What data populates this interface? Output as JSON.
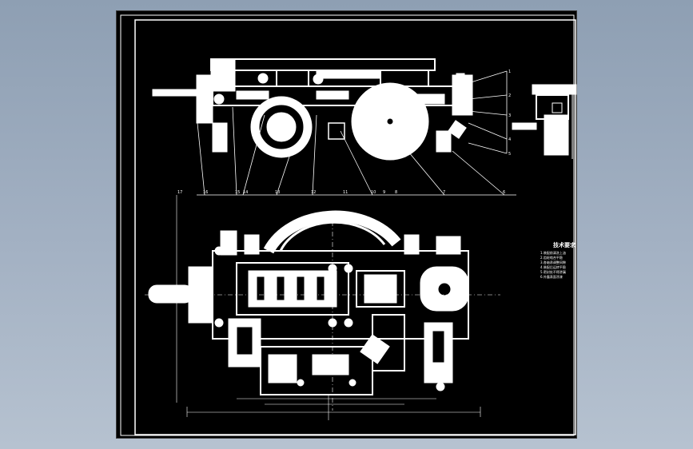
{
  "colors": {
    "background": "#9aabbd",
    "sheet": "#000000",
    "lines": "#ffffff"
  },
  "drawing": {
    "callouts_top": [
      "1",
      "2",
      "3",
      "4",
      "5"
    ],
    "callouts_bottom": [
      "17",
      "16",
      "15",
      "14",
      "13",
      "12",
      "11",
      "10",
      "9",
      "8",
      "7",
      "6"
    ]
  },
  "notes": {
    "title": "技术要求",
    "lines": [
      "1.装配前清洗上油",
      "2.齿轮啮合平稳",
      "3.各轴承调整间隙",
      "4.装配后运转平稳",
      "5.密封处不得渗漏",
      "6.外露表面涂漆"
    ]
  }
}
